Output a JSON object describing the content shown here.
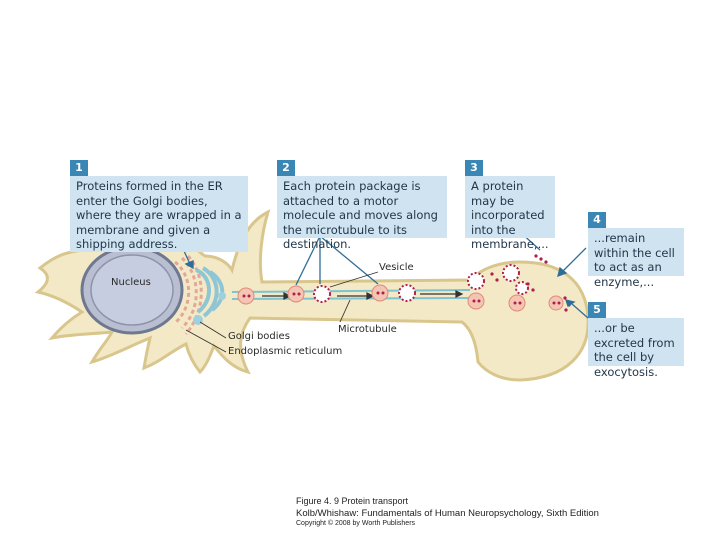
{
  "callouts": [
    {
      "num": "1",
      "text": "Proteins formed in the ER enter the Golgi bodies, where they are wrapped in a membrane and given a shipping address."
    },
    {
      "num": "2",
      "text": "Each protein package is attached to a motor molecule and moves along the microtubule to its destination."
    },
    {
      "num": "3",
      "text": "A protein may be incorporated into the membrane,..."
    },
    {
      "num": "4",
      "text": "...remain within the cell to act as an enzyme,..."
    },
    {
      "num": "5",
      "text": "...or be excreted from the cell by exocytosis."
    }
  ],
  "labels": {
    "nucleus": "Nucleus",
    "vesicle": "Vesicle",
    "microtubule": "Microtubule",
    "golgi": "Golgi bodies",
    "er": "Endoplasmic reticulum"
  },
  "caption": {
    "figure": "Figure 4. 9 Protein transport",
    "book": "Kolb/Whishaw: Fundamentals of Human Neuropsychology, Sixth Edition",
    "copyright": "Copyright © 2008 by Worth Publishers"
  },
  "colors": {
    "cytoplasm": "#f3e9c6",
    "membrane": "#d9c68d",
    "callout_bg": "#cfe3f0",
    "callout_num": "#3a86b4",
    "microtubule": "#7ec3cf",
    "vesicle": "#f4c5b3",
    "protein": "#b01e4a"
  }
}
